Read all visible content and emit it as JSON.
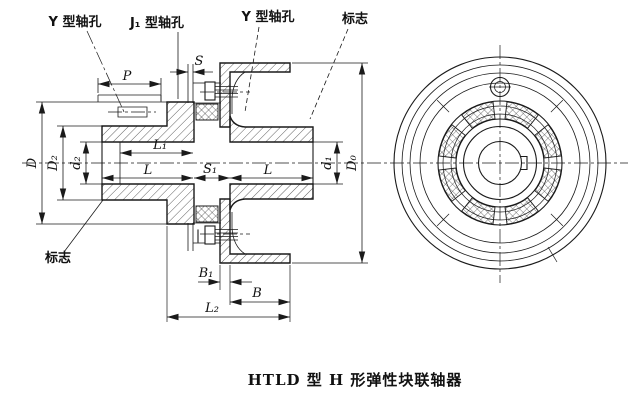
{
  "drawing": {
    "caption": "HTLD 型 H 形弹性块联轴器",
    "callouts": {
      "y_hole_left": "Y 型轴孔",
      "j1_hole": "J₁ 型轴孔",
      "y_hole_right": "Y 型轴孔",
      "mark_top": "标志",
      "mark_bottom": "标志"
    },
    "dimensions": {
      "P": "P",
      "S": "S",
      "D": "D",
      "D2": "D₂",
      "d2": "d₂",
      "L1": "L₁",
      "L_left": "L",
      "S1": "S₁",
      "L_right": "L",
      "d1": "d₁",
      "D0": "D₀",
      "B1": "B₁",
      "B": "B",
      "L2": "L₂"
    },
    "colors": {
      "line": "#1a1a1a",
      "background": "#ffffff"
    }
  }
}
